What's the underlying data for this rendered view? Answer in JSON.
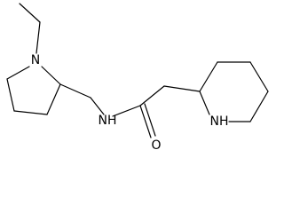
{
  "molecule": {
    "atoms": {
      "n_pyrrolidine": "N",
      "n_amide": "NH",
      "o_carbonyl": "O",
      "n_piperidine": "NH"
    },
    "colors": {
      "bond": "#000000",
      "background": "#ffffff",
      "label": "#000000"
    }
  }
}
